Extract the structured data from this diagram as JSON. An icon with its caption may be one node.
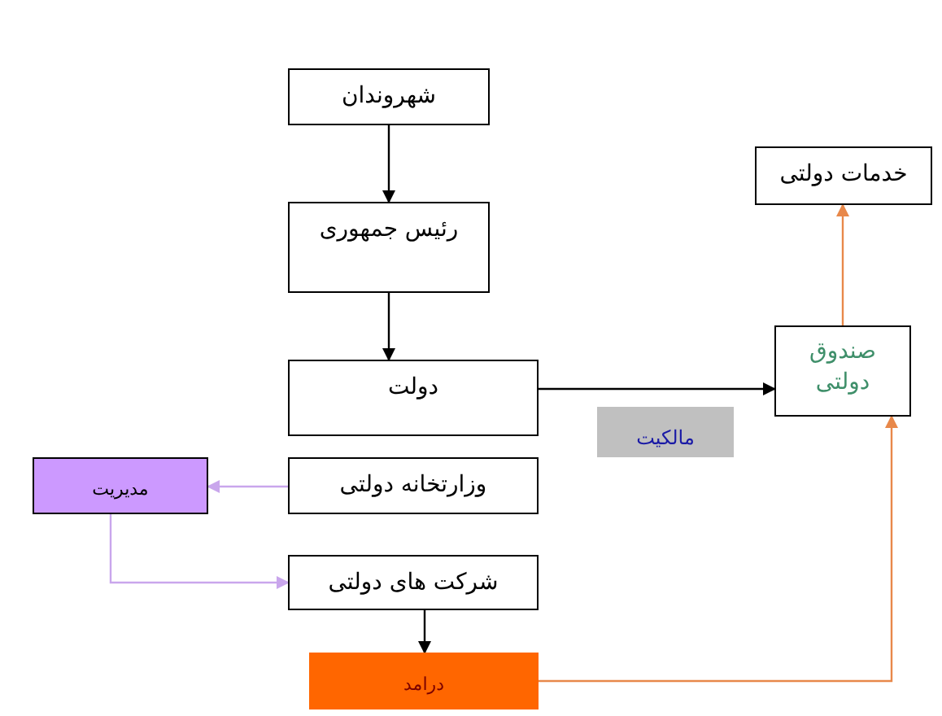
{
  "diagram": {
    "nodes": [
      {
        "text": [
          "شهروندان"
        ]
      },
      {
        "text": [
          "رئیس جمهوری"
        ]
      },
      {
        "text": [
          "دولت"
        ]
      },
      {
        "text": [
          "وزارتخانه دولتی"
        ]
      },
      {
        "text": [
          "مدیریت"
        ]
      },
      {
        "text": [
          "شرکت های دولتی"
        ]
      },
      {
        "text": [
          "درامد"
        ]
      },
      {
        "text": [
          "مالکیت"
        ]
      },
      {
        "text": [
          "صندوق دولتی"
        ]
      },
      {
        "text": [
          "خدمات دولتی"
        ]
      }
    ],
    "edges": [
      {
        "from": 0,
        "to": 1,
        "arrow": "to"
      },
      {
        "from": 1,
        "to": 2,
        "arrow": "to"
      },
      {
        "from": 2,
        "to": 8,
        "arrow": "to"
      },
      {
        "from": 3,
        "to": 4,
        "arrow": "to",
        "color": "#c9a6ec"
      },
      {
        "from": 4,
        "to": 5,
        "arrow": "to",
        "color": "#c9a6ec"
      },
      {
        "from": 5,
        "to": 6,
        "arrow": "to"
      },
      {
        "from": 6,
        "to": 8,
        "arrow": "to",
        "color": "#e8884a"
      },
      {
        "from": 8,
        "to": 9,
        "arrow": "to",
        "color": "#e8884a"
      }
    ]
  }
}
